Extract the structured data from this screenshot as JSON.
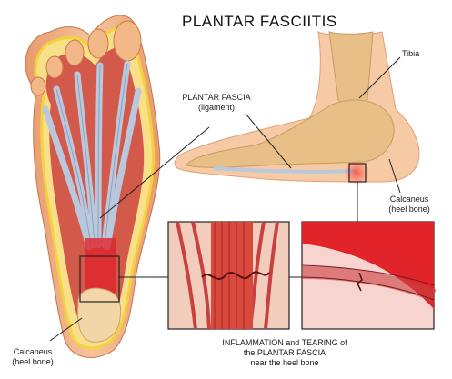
{
  "title": "PLANTAR FASCIITIS",
  "labels": {
    "plantar_fascia": [
      "PLANTAR FASCIA",
      "(ligament)"
    ],
    "tibia": "Tibia",
    "calcaneus_right": [
      "Calcaneus",
      "(heel bone)"
    ],
    "calcaneus_left": [
      "Calcaneus",
      "(heel bone)"
    ],
    "caption": [
      "INFLAMMATION and TEARING of",
      "the PLANTAR FASCIA",
      "near the heel bone"
    ]
  },
  "colors": {
    "skin": "#f4b488",
    "skin_dark": "#e08a5c",
    "fascia": "#b9c8dc",
    "muscle": "#c94040",
    "fat": "#f3d23a",
    "bone": "#e8c89c",
    "inflammation": "#e0242a"
  }
}
